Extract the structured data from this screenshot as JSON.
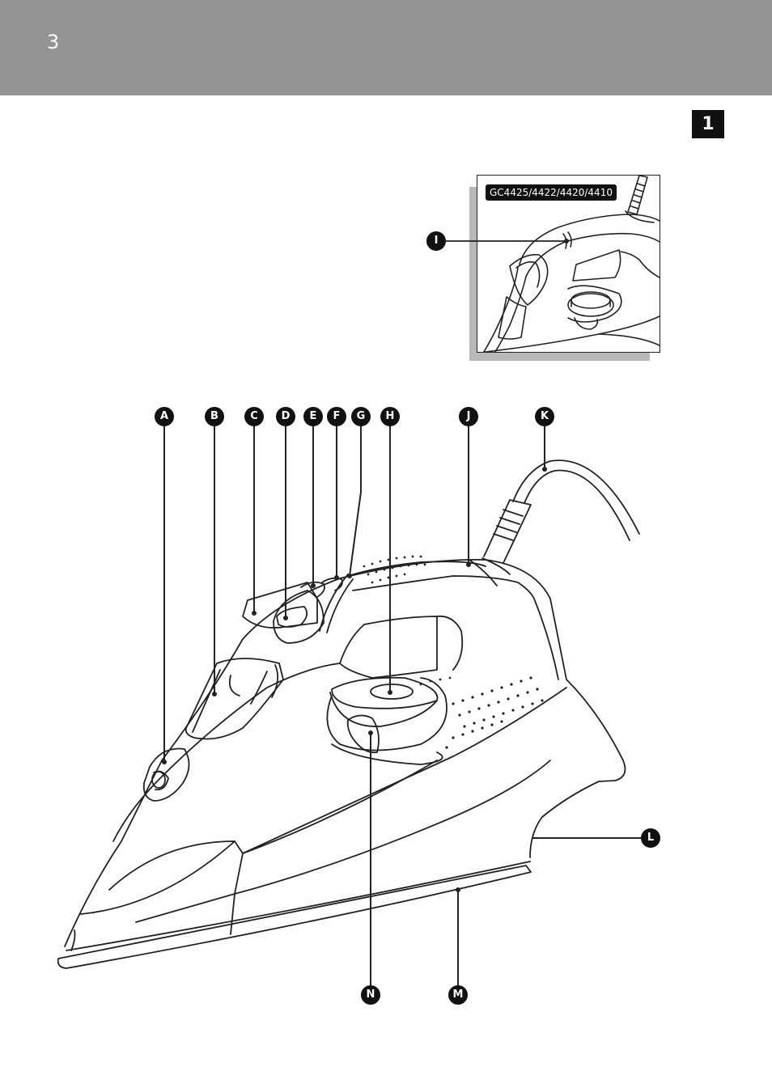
{
  "header": {
    "page_number": "3"
  },
  "figure": {
    "number": "1"
  },
  "inset": {
    "model_label": "GC4425/4422/4420/4410",
    "callout": "I"
  },
  "callouts": {
    "a": "A",
    "b": "B",
    "c": "C",
    "d": "D",
    "e": "E",
    "f": "F",
    "g": "G",
    "h": "H",
    "j": "J",
    "k": "K",
    "l": "L",
    "m": "M",
    "n": "N"
  },
  "colors": {
    "header_bar": "#949494",
    "callout_fill": "#111111",
    "line_art": "#222222",
    "inset_shadow": "#b9b9b9"
  }
}
